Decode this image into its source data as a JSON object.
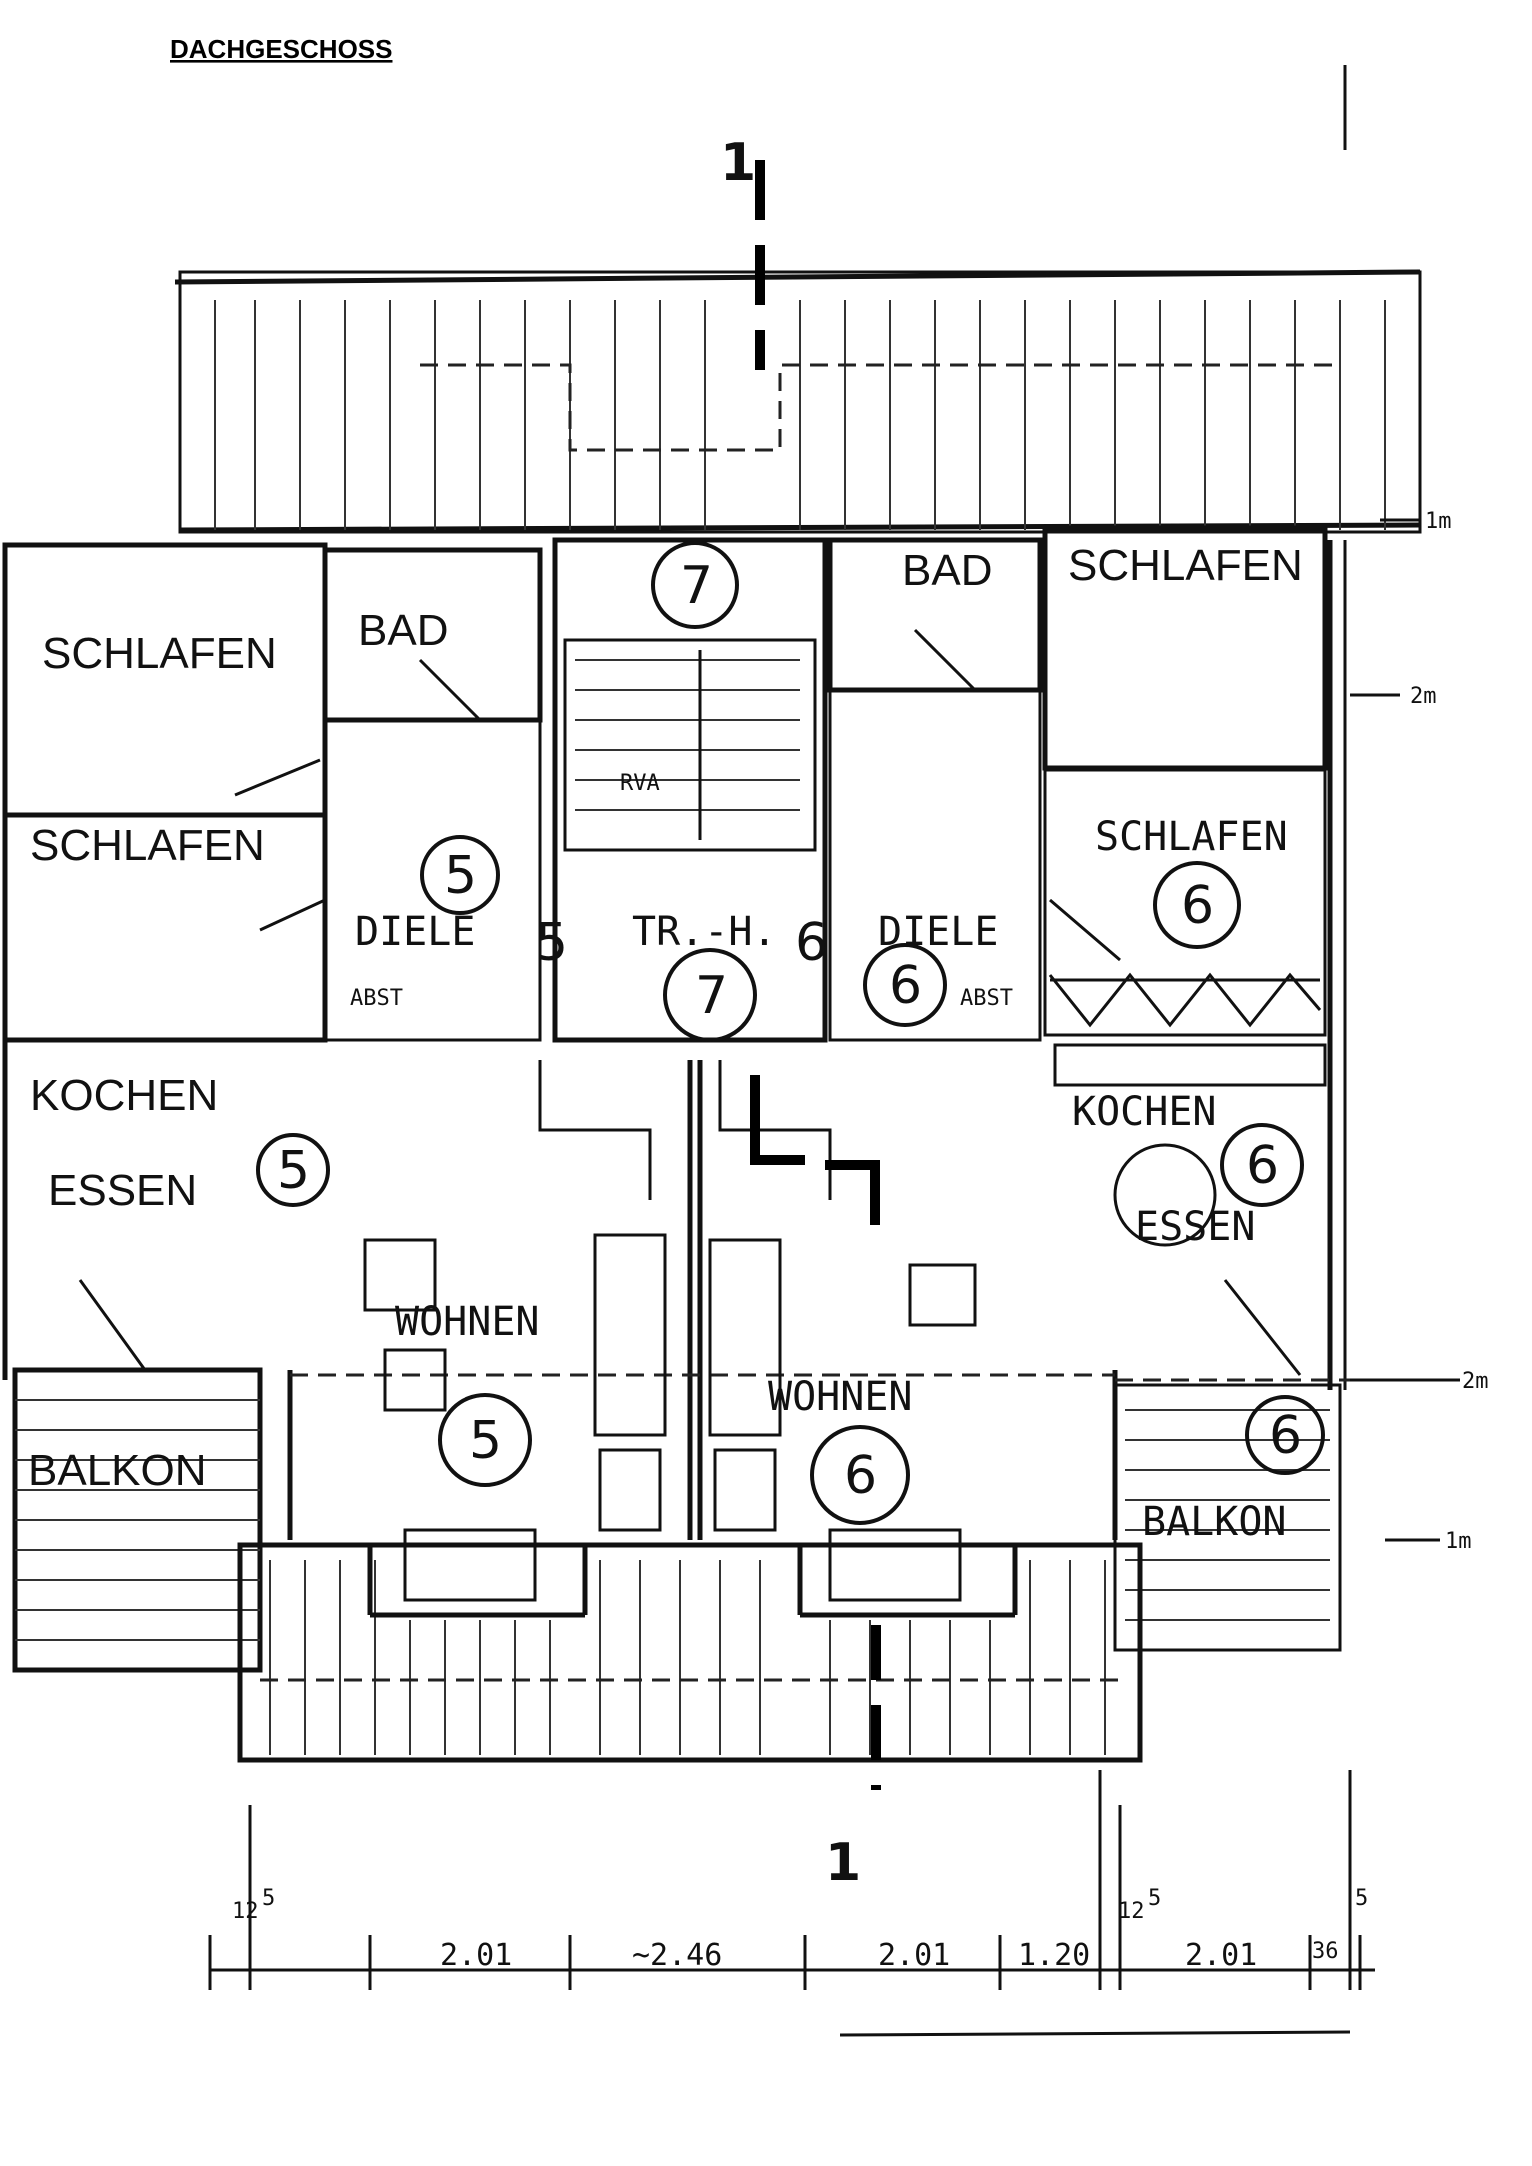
{
  "title": "DACHGESCHOSS",
  "rooms": {
    "schlafen_top_left": "SCHLAFEN",
    "bad_left": "BAD",
    "schlafen_mid_left": "SCHLAFEN",
    "diele_left": "DIELE",
    "kochen_left": "KOCHEN",
    "essen_left": "ESSEN",
    "wohnen_left": "WOHNEN",
    "balkon_left": "BALKON",
    "treppenhaus": "TR.-H.",
    "bad_right": "BAD",
    "schlafen_top_right": "SCHLAFEN",
    "schlafen_mid_right": "SCHLAFEN",
    "diele_right": "DIELE",
    "kochen_right": "KOCHEN",
    "essen_right": "ESSEN",
    "wohnen_right": "WOHNEN",
    "balkon_right": "BALKON",
    "abst_left": "ABST",
    "abst_right": "ABST",
    "stair_label": "RVA"
  },
  "unit_numbers": {
    "stair_top": "7",
    "stair_bottom": "7",
    "diele_left": "5",
    "diele_right": "6",
    "tr_left": "5",
    "tr_right": "6",
    "essen_left": "5",
    "wohnen_left": "5",
    "schlafen_right": "6",
    "kochen_right": "6",
    "wohnen_right": "6",
    "balkon_right": "6"
  },
  "section_marks": {
    "top": "1",
    "bottom": "1"
  },
  "right_markers": {
    "m1_top": "1m",
    "m2_upper": "2m",
    "m2_lower": "2m",
    "m1_bottom": "1m"
  },
  "dimensions": {
    "d0_sup": "12",
    "d0_exp": "5",
    "d1": "2.01",
    "d2": "~2.46",
    "d3": "2.01",
    "d4": "1.20",
    "d5_sup": "12",
    "d5_exp": "5",
    "d6": "2.01",
    "d7": "36",
    "d7_exp": "5"
  }
}
